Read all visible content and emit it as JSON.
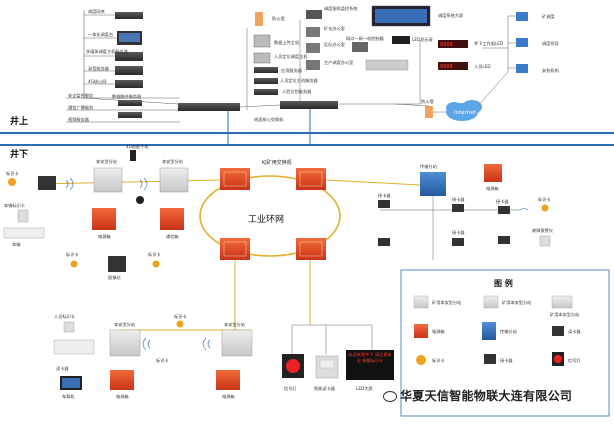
{
  "zones": {
    "above": "井上",
    "below": "井下"
  },
  "network_label": "工业环网",
  "ring_switch_label": "KJ矿用交换机",
  "surface": {
    "left_devices": [
      {
        "label": "调度网关",
        "icon": "rack-icon"
      },
      {
        "label": "一体化调度台",
        "icon": "console-icon"
      },
      {
        "label": "多媒体调度主机服务器",
        "icon": "rack-icon"
      },
      {
        "label": "录音服务器",
        "icon": "rack-icon"
      },
      {
        "label": "4G核心网",
        "icon": "rack-icon"
      }
    ],
    "servers": [
      {
        "label": "安全监控服务"
      },
      {
        "label": "通信广播服务"
      },
      {
        "label": "视频服务器"
      }
    ],
    "switch_left_label": "数据融合服务器",
    "mid_devices": [
      {
        "label": "防火墙"
      },
      {
        "label": "数据上传主机"
      },
      {
        "label": "人员定位调度主机"
      },
      {
        "label": "应用服务器"
      },
      {
        "label": "人员定位主机服务器"
      },
      {
        "label": "人脸识别服务器"
      }
    ],
    "core_switch_label": "地面核心交换机",
    "right_devices": [
      {
        "label": "调度指挥监控系统"
      },
      {
        "label": "调度系统大屏"
      },
      {
        "label": "矿长办公室"
      },
      {
        "label": "区队办公室"
      },
      {
        "label": "生产调度办公室"
      },
      {
        "label": "网口一闸一机控制器"
      },
      {
        "label": "LED显示屏"
      },
      {
        "label": "井下工作面LED"
      },
      {
        "label": "人员LED"
      }
    ],
    "clients": [
      {
        "label": "矿调度"
      },
      {
        "label": "调度领导"
      },
      {
        "label": "安检机构"
      }
    ],
    "firewall_label": "防火墙",
    "internet_label": "Internet"
  },
  "underground": {
    "left": {
      "sub_stations": [
        "本安型分站",
        "本安型分站",
        "本安型分站",
        "本安型分站"
      ],
      "phone_4g": "4G智能手机",
      "card_labels": [
        "标识卡",
        "标识卡",
        "标识卡",
        "标识卡"
      ],
      "vehicle_card": "车辆标识卡",
      "power_boxes": [
        "电源箱",
        "电源箱",
        "电源箱",
        "电源箱"
      ],
      "broadcast_box": "通信箱",
      "vehicle": "车辆",
      "person_id_card": "人员标识卡",
      "monitor": "图像站",
      "in_vehicle_screen": "车载机",
      "info_reader": "读卡器"
    },
    "right": {
      "splitter_box": "传输分站",
      "power_box": "电源箱",
      "switches": [
        "接卡器",
        "接卡器",
        "接卡器",
        "接卡器"
      ],
      "sensors": [
        "标识卡"
      ],
      "fault_box": "故障报警仪"
    },
    "bottom": {
      "signal_light": "信号灯",
      "smart_card_reader": "智能读卡器",
      "led_screen": "LED大屏",
      "led_text": "欢迎来到井下 请注意安全 佩戴标识卡"
    }
  },
  "legend": {
    "title": "图  例",
    "items": [
      "矿用本安型分站",
      "矿用本安型分站",
      "矿用本安型分站",
      "电源箱",
      "传输分站",
      "读卡器",
      "标识卡",
      "接卡器",
      "信号灯"
    ]
  },
  "watermark": "华夏天信智能物联大连有限公司"
}
